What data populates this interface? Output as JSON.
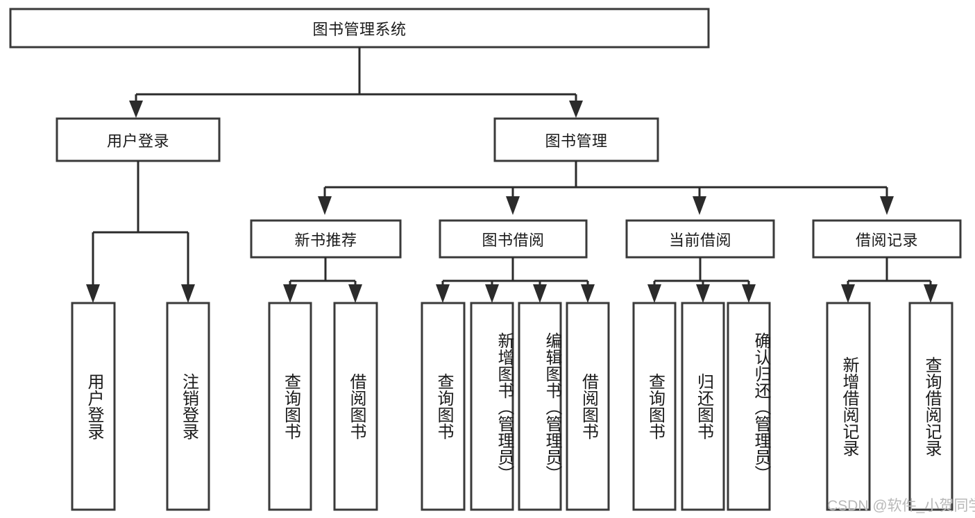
{
  "diagram": {
    "type": "tree-hierarchy",
    "title": "图书管理系统",
    "root": {
      "label": "图书管理系统"
    },
    "level1": [
      {
        "label": "用户登录"
      },
      {
        "label": "图书管理"
      }
    ],
    "level2": [
      {
        "label": "新书推荐",
        "parent": "图书管理"
      },
      {
        "label": "图书借阅",
        "parent": "图书管理"
      },
      {
        "label": "当前借阅",
        "parent": "图书管理"
      },
      {
        "label": "借阅记录",
        "parent": "图书管理"
      }
    ],
    "leaves": {
      "user_login": [
        {
          "label": "用户登录"
        },
        {
          "label": "注销登录"
        }
      ],
      "new_book_recommend": [
        {
          "label": "查询图书"
        },
        {
          "label": "借阅图书"
        }
      ],
      "book_borrow": [
        {
          "label": "查询图书"
        },
        {
          "label": "新增图书（管理员）"
        },
        {
          "label": "编辑图书（管理员）"
        },
        {
          "label": "借阅图书"
        }
      ],
      "current_borrow": [
        {
          "label": "查询图书"
        },
        {
          "label": "归还图书"
        },
        {
          "label": "确认归还（管理员）"
        }
      ],
      "borrow_record": [
        {
          "label": "新增借阅记录"
        },
        {
          "label": "查询借阅记录"
        }
      ]
    }
  },
  "watermark": {
    "text": "CSDN @软件_小贺同学"
  },
  "colors": {
    "box_border": "#3a3a3a",
    "connector": "#2b2b2b",
    "text": "#1a1a1a",
    "background": "#ffffff",
    "watermark": "#b8b8b8"
  }
}
